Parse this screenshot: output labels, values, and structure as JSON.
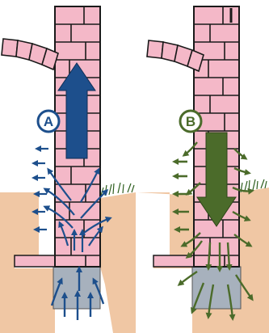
{
  "panels": [
    {
      "id": "a",
      "label": "A",
      "flow_direction": "up",
      "accent_color": "#1d4f8c"
    },
    {
      "id": "b",
      "label": "B",
      "flow_direction": "down",
      "accent_color": "#4b6b2a"
    }
  ],
  "colors": {
    "brick_fill": "#f4b8c8",
    "brick_stroke": "#1a1a1a",
    "soil_fill": "#f0c7a4",
    "footing_fill": "#a7b1bd",
    "grass": "#2d5e1e"
  }
}
